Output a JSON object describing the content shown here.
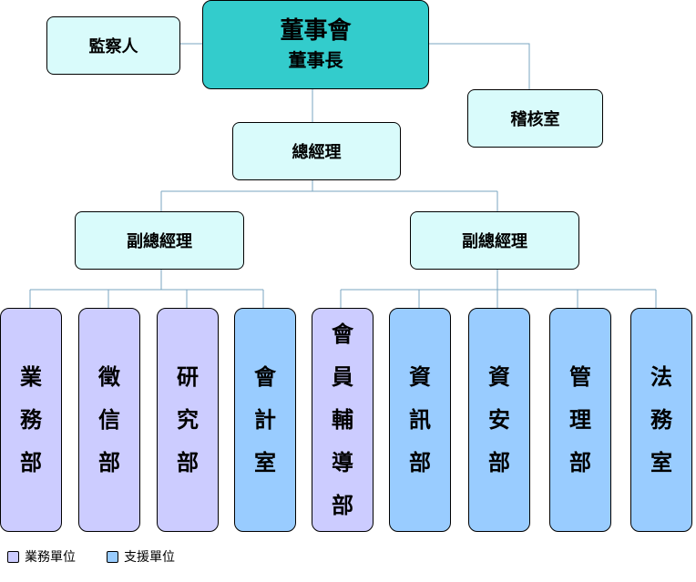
{
  "board": {
    "title": "董事會",
    "subtitle": "董事長"
  },
  "supervisor": "監察人",
  "audit": "稽核室",
  "gm": "總經理",
  "vp_left": "副總經理",
  "vp_right": "副總經理",
  "departments": [
    {
      "label": "業務部",
      "type": "business"
    },
    {
      "label": "徵信部",
      "type": "business"
    },
    {
      "label": "研究部",
      "type": "business"
    },
    {
      "label": "會計室",
      "type": "support"
    },
    {
      "label": "會員輔導部",
      "type": "business"
    },
    {
      "label": "資訊部",
      "type": "support"
    },
    {
      "label": "資安部",
      "type": "support"
    },
    {
      "label": "管理部",
      "type": "support"
    },
    {
      "label": "法務室",
      "type": "support"
    }
  ],
  "legend": {
    "business": "業務單位",
    "support": "支援單位"
  },
  "colors": {
    "board": "#33cccc",
    "node": "#d9fbfb",
    "business": "#ccccff",
    "support": "#99ccff",
    "line": "#7aa6c2"
  }
}
